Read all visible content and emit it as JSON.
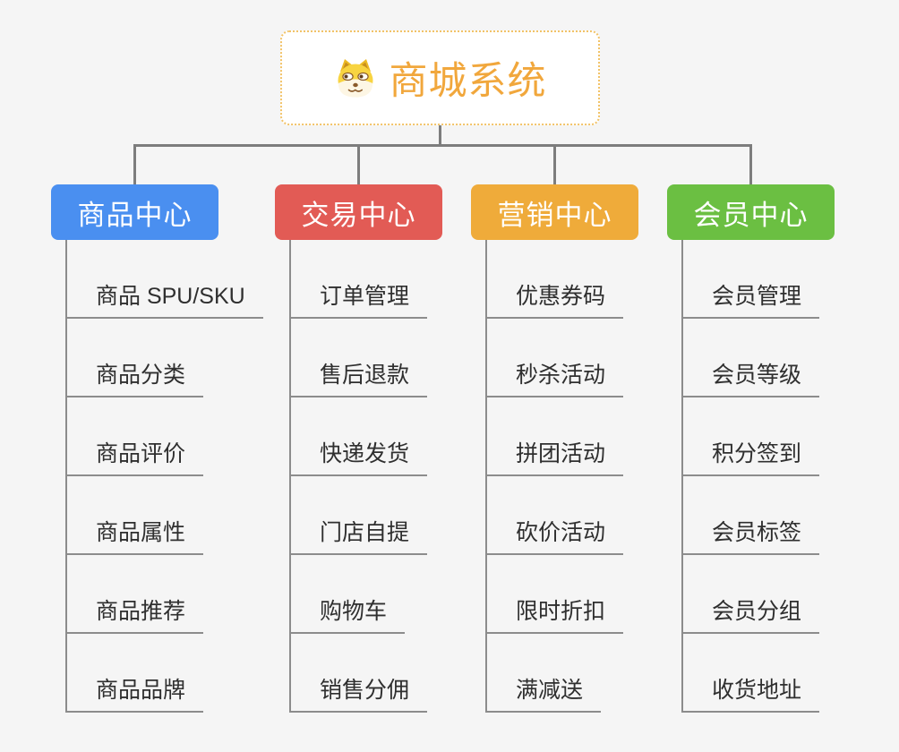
{
  "page": {
    "background_color": "#f5f5f5",
    "connector_color": "#7d7d7d",
    "child_line_color": "#8c8c8c",
    "child_text_color": "#2f2f2f"
  },
  "root": {
    "label": "商城系统",
    "icon": "dog-face-icon",
    "text_color": "#f1a73c",
    "border_color": "#f2c368",
    "background_color": "#ffffff"
  },
  "branches": [
    {
      "id": "product-center",
      "label": "商品中心",
      "color": "#4a8ff0",
      "children": [
        "商品 SPU/SKU",
        "商品分类",
        "商品评价",
        "商品属性",
        "商品推荐",
        "商品品牌"
      ]
    },
    {
      "id": "trade-center",
      "label": "交易中心",
      "color": "#e25b55",
      "children": [
        "订单管理",
        "售后退款",
        "快递发货",
        "门店自提",
        "购物车",
        "销售分佣"
      ]
    },
    {
      "id": "marketing-center",
      "label": "营销中心",
      "color": "#efab3a",
      "children": [
        "优惠券码",
        "秒杀活动",
        "拼团活动",
        "砍价活动",
        "限时折扣",
        "满减送"
      ]
    },
    {
      "id": "member-center",
      "label": "会员中心",
      "color": "#6bbf42",
      "children": [
        "会员管理",
        "会员等级",
        "积分签到",
        "会员标签",
        "会员分组",
        "收货地址"
      ]
    }
  ]
}
